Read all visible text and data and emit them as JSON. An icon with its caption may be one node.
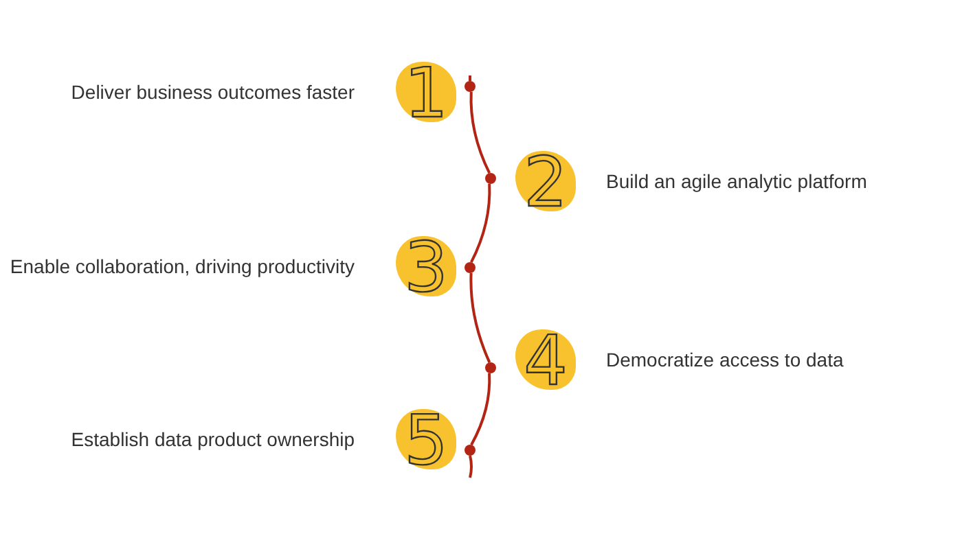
{
  "diagram": {
    "nodes": [
      {
        "text": [
          "1"
        ],
        "beside": [
          "Deliver business outcomes faster"
        ]
      },
      {
        "text": [
          "2"
        ],
        "beside": [
          "Build an agile analytic platform"
        ]
      },
      {
        "text": [
          "3"
        ],
        "beside": [
          "Enable collaboration, driving productivity"
        ]
      },
      {
        "text": [
          "4"
        ],
        "beside": [
          "Democratize access to data"
        ]
      },
      {
        "text": [
          "5"
        ],
        "beside": [
          "Establish data product ownership"
        ]
      },
      {
        "text": [],
        "shape": "circle"
      },
      {
        "text": [],
        "shape": "circle"
      },
      {
        "text": [],
        "shape": "circle"
      },
      {
        "text": [],
        "shape": "circle"
      },
      {
        "text": [],
        "shape": "circle"
      }
    ],
    "edges": [
      {
        "from": 5,
        "to": 6,
        "arrow": "none"
      },
      {
        "from": 6,
        "to": 7,
        "arrow": "none"
      },
      {
        "from": 7,
        "to": 8,
        "arrow": "none"
      },
      {
        "from": 8,
        "to": 9,
        "arrow": "none"
      }
    ]
  }
}
